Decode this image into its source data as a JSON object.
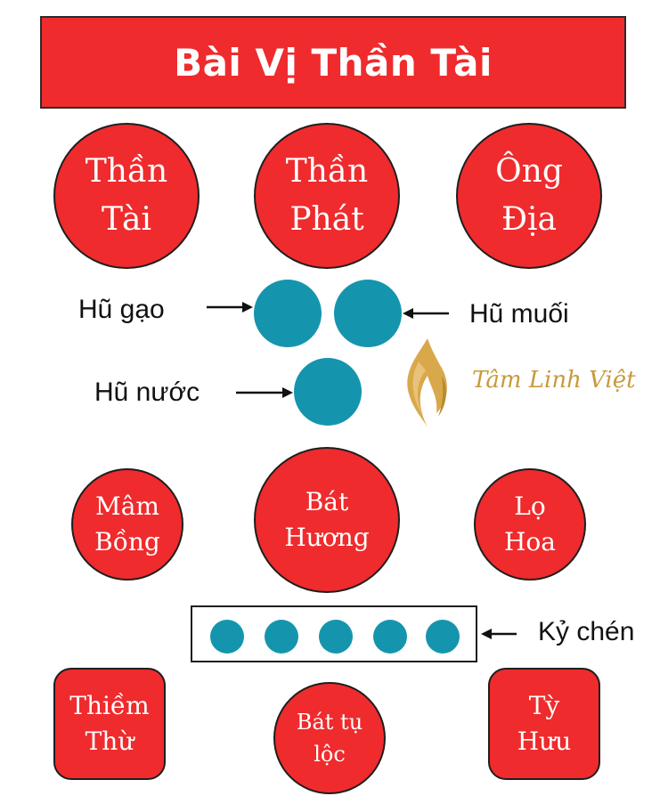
{
  "title": "Bài Vị Thần Tài",
  "top_row": [
    {
      "line1": "Thần",
      "line2": "Tài"
    },
    {
      "line1": "Thần",
      "line2": "Phát"
    },
    {
      "line1": "Ông",
      "line2": "Địa"
    }
  ],
  "jars": {
    "rice": "Hũ gạo",
    "salt": "Hũ muối",
    "water": "Hũ nước"
  },
  "middle_row": [
    {
      "line1": "Mâm",
      "line2": "Bồng"
    },
    {
      "line1": "Bát",
      "line2": "Hương"
    },
    {
      "line1": "Lọ",
      "line2": "Hoa"
    }
  ],
  "cups_label": "Kỷ chén",
  "cups_count": 5,
  "bottom_row": [
    {
      "line1": "Thiềm",
      "line2": "Thừ"
    },
    {
      "line1": "Bát tụ",
      "line2": "lộc"
    },
    {
      "line1": "Tỳ",
      "line2": "Hưu"
    }
  ],
  "logo": {
    "text": "Tâm Linh Việt",
    "icon": "flame-logo-icon"
  },
  "colors": {
    "red": "#ef2b2d",
    "teal": "#1595ad",
    "gold": "#c89a3c"
  }
}
